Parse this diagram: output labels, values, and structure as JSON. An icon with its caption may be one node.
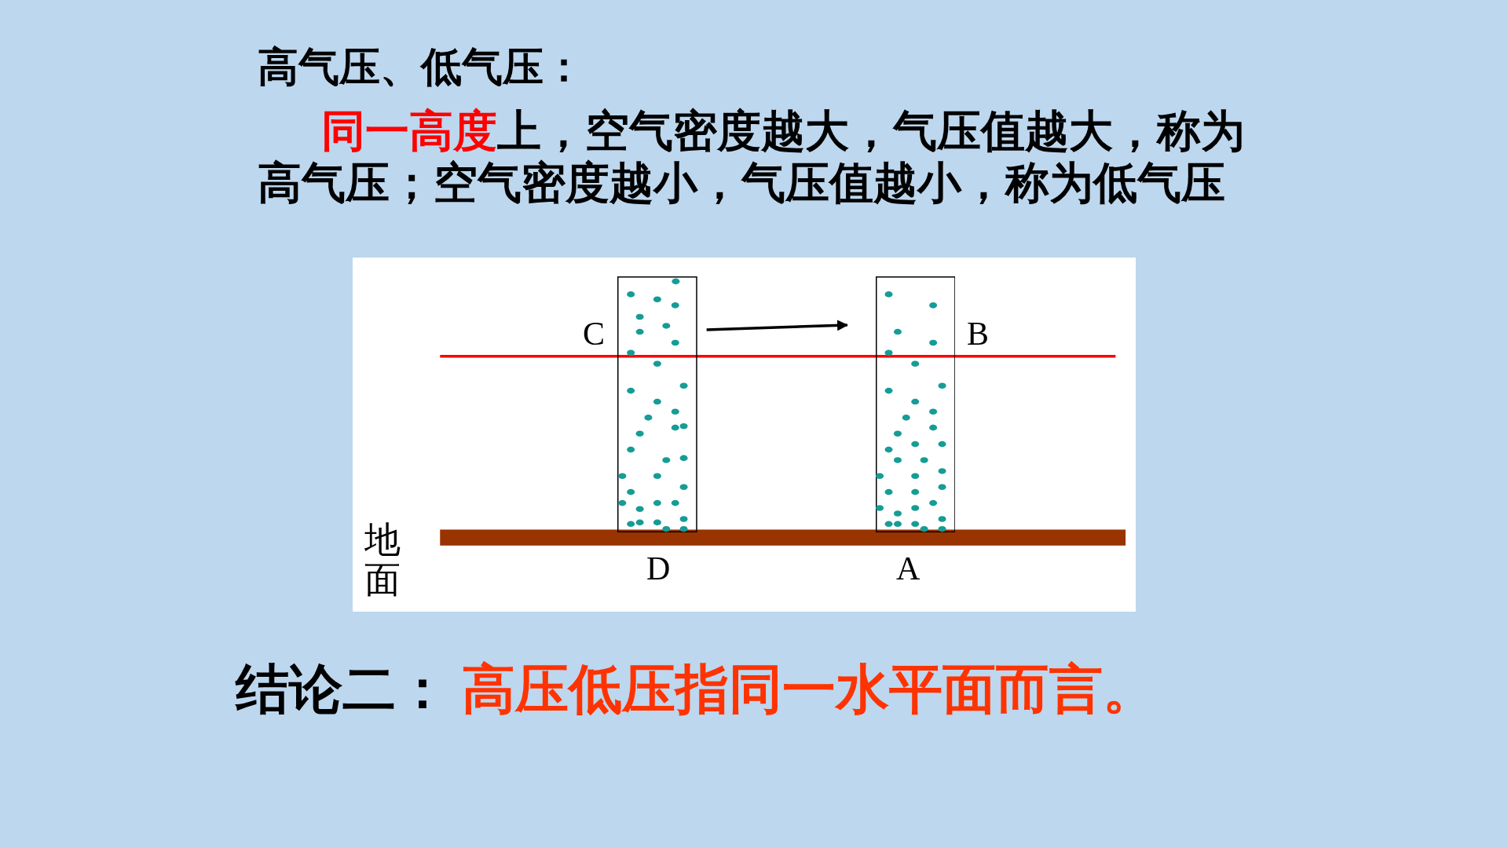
{
  "diagram": {
    "title": "高气压、低气压：",
    "nodes": [
      {
        "text": [],
        "shape": "box"
      },
      {
        "text": [],
        "shape": "box"
      }
    ],
    "edges": [
      {
        "from": 0,
        "to": 1,
        "arrow": "to"
      }
    ],
    "labels": [
      "**同一高度**上，空气密度越大，气压值越大，称为高气压；空气密度越小，气压值越小，称为低气压",
      "C",
      "B",
      "地面",
      "D",
      "A",
      "结论二：",
      "高压低压指同一水平面而言。"
    ]
  }
}
